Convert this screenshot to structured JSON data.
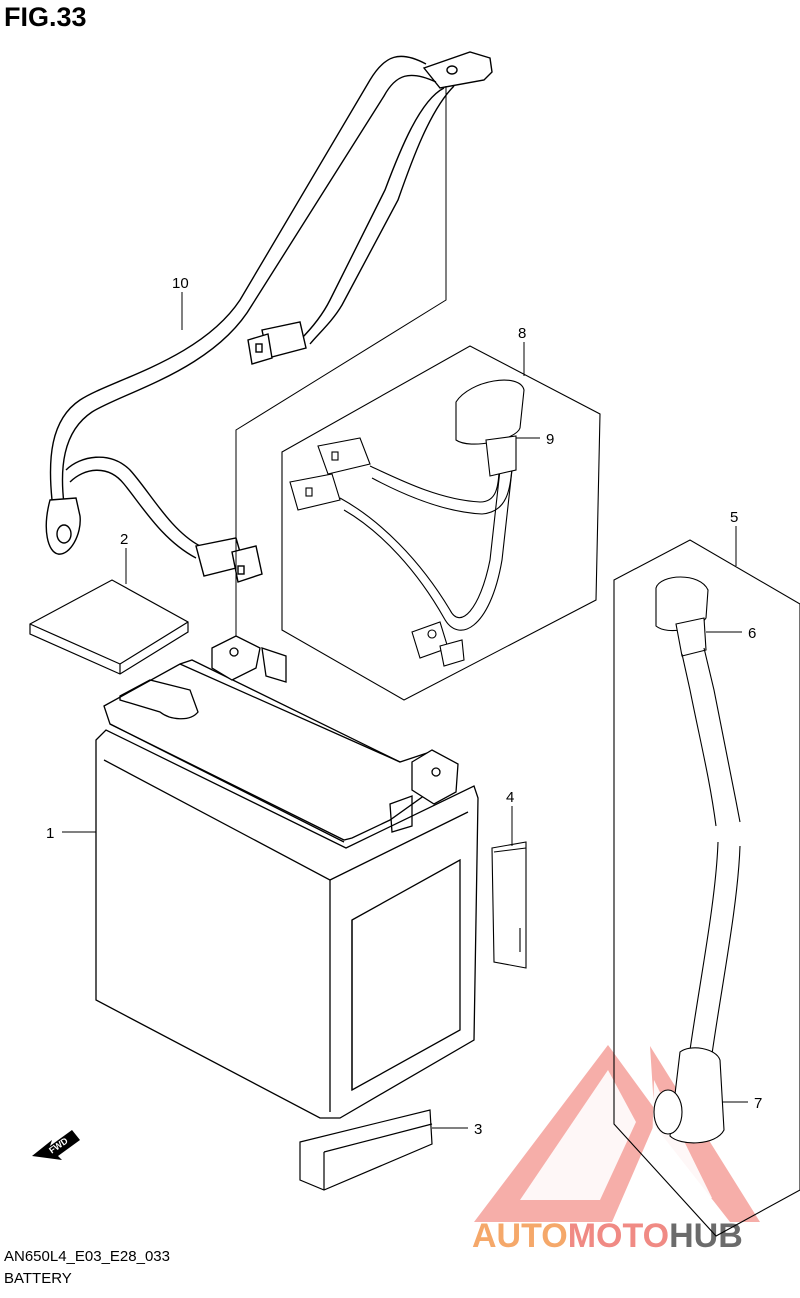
{
  "figure": {
    "title": "FIG.33",
    "model_code": "AN650L4_E03_E28_033",
    "section": "BATTERY"
  },
  "callouts": {
    "c1": "1",
    "c2": "2",
    "c3": "3",
    "c4": "4",
    "c5": "5",
    "c6": "6",
    "c7": "7",
    "c8": "8",
    "c9": "9",
    "c10": "10"
  },
  "direction_arrow": "FWD",
  "watermark": {
    "part1": "AUTO",
    "part2": "MOTO",
    "part3": "HUB",
    "colors": {
      "auto": "#f5a86a",
      "moto": "#f08a84",
      "hub": "#6b6b6b",
      "triangle": "#f08a84"
    }
  },
  "icons": [
    "fwd-arrow-icon",
    "automotohub-logo-icon"
  ]
}
